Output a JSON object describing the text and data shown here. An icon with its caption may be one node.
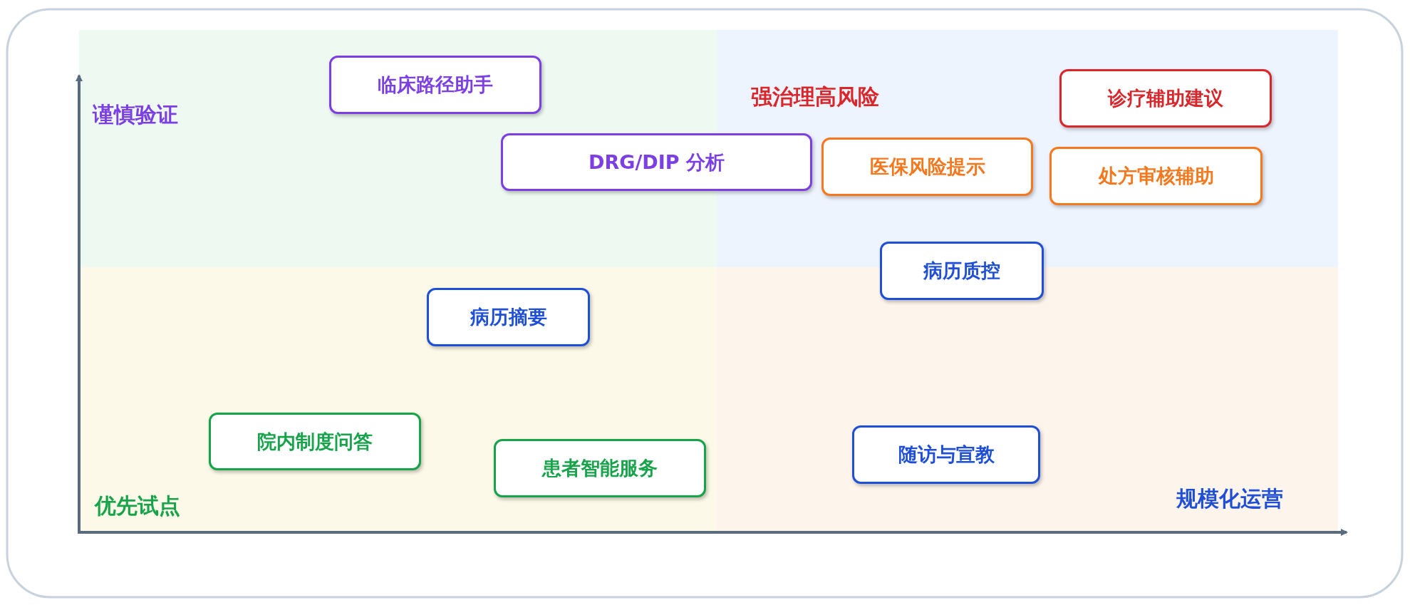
{
  "diagram": {
    "nodes": [
      {
        "text": [
          "临床路径助手"
        ]
      },
      {
        "text": [
          "诊疗辅助建议"
        ]
      },
      {
        "text": [
          "DRG/DIP 分析"
        ]
      },
      {
        "text": [
          "医保风险提示"
        ]
      },
      {
        "text": [
          "处方审核辅助"
        ]
      },
      {
        "text": [
          "病历质控"
        ]
      },
      {
        "text": [
          "病历摘要"
        ]
      },
      {
        "text": [
          "院内制度问答"
        ]
      },
      {
        "text": [
          "随访与宣教"
        ]
      },
      {
        "text": [
          "患者智能服务"
        ]
      }
    ],
    "labels": [
      "谨慎验证",
      "强治理高风险",
      "优先试点",
      "规模化运营"
    ]
  }
}
